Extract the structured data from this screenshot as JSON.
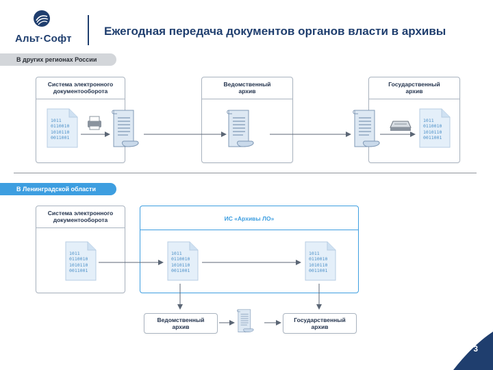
{
  "header": {
    "logo_text": "Альт·Софт",
    "title": "Ежегодная передача документов органов власти в архивы"
  },
  "sections": {
    "top_tab": "В других регионах России",
    "bottom_tab": "В Ленинградской области"
  },
  "top_flow": {
    "sed_label": "Система электронного документооборота",
    "dept_archive_label": "Ведомственный архив",
    "state_archive_label": "Государственный архив"
  },
  "bottom_flow": {
    "sed_label": "Система электронного документооборота",
    "is_label": "ИС «Архивы ЛО»",
    "dept_archive_label": "Ведомственный архив",
    "state_archive_label": "Государственный архив"
  },
  "file_content": [
    "1011",
    "0110010",
    "1010110",
    "0011001"
  ],
  "page_number": "3",
  "colors": {
    "brand": "#1f3e6e",
    "accent": "#3d9ee0",
    "file": "#e4eff9"
  }
}
